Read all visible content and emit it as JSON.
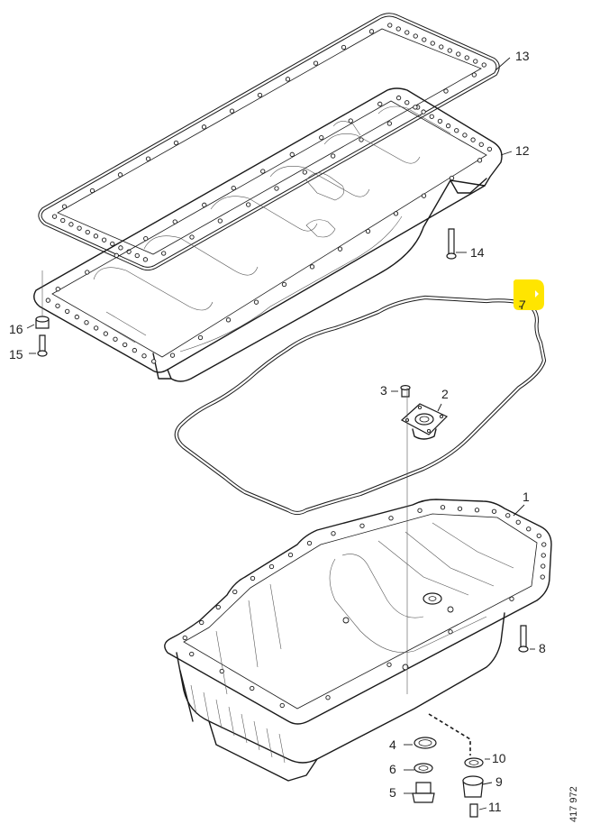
{
  "callouts": {
    "c1": "1",
    "c2": "2",
    "c3": "3",
    "c4": "4",
    "c5": "5",
    "c6": "6",
    "c7": "7",
    "c8": "8",
    "c9": "9",
    "c10": "10",
    "c11": "11",
    "c12": "12",
    "c13": "13",
    "c14": "14",
    "c15": "15",
    "c16": "16"
  },
  "drawing_number": "417 972",
  "colors": {
    "line": "#1a1a1a",
    "highlight": "#ffe500",
    "background": "#ffffff"
  }
}
